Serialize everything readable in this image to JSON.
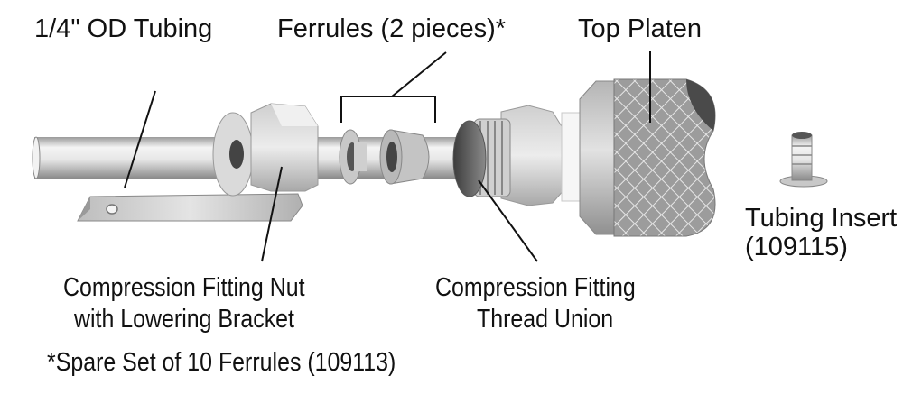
{
  "diagram": {
    "type": "exploded-assembly",
    "labels": {
      "tubing": "1/4\" OD Tubing",
      "ferrules": "Ferrules (2 pieces)*",
      "top_platen": "Top Platen",
      "tubing_insert_line1": "Tubing Insert",
      "tubing_insert_line2": "(109115)",
      "nut_line1": "Compression Fitting Nut",
      "nut_line2": "with Lowering Bracket",
      "union_line1": "Compression Fitting",
      "union_line2": "Thread Union",
      "footnote": "*Spare Set of 10 Ferrules (109113)"
    },
    "parts": [
      "tubing",
      "lowering-bracket",
      "compression-fitting-nut",
      "front-ferrule",
      "back-ferrule",
      "thread-union",
      "top-platen",
      "tubing-insert"
    ],
    "colors": {
      "metal_light": "#e8e8e8",
      "metal_mid": "#b8b8b8",
      "metal_dark": "#5a5a5a",
      "leader_line": "#111111"
    }
  }
}
